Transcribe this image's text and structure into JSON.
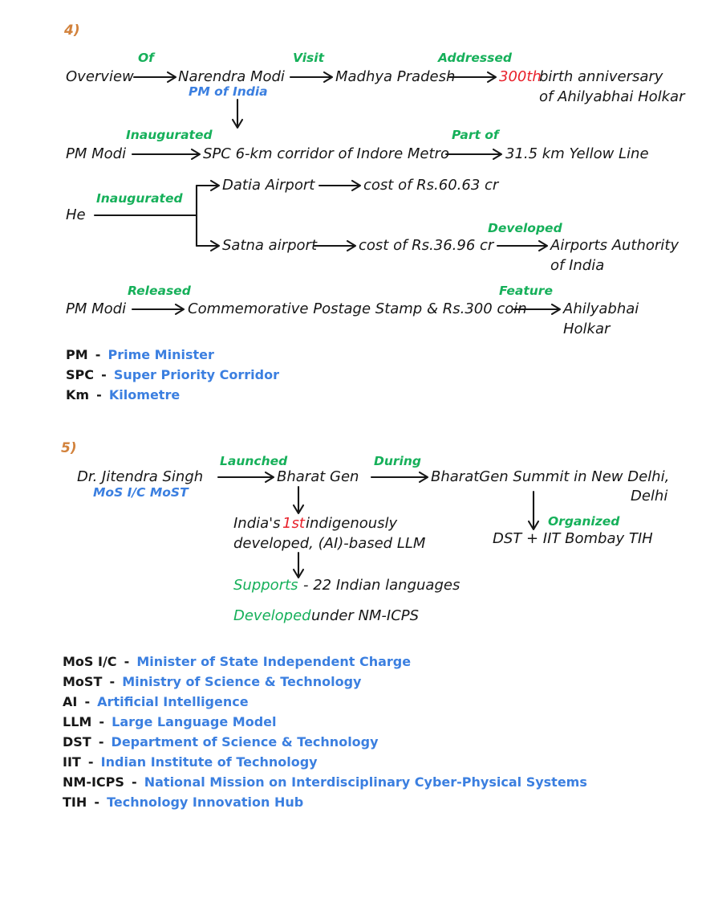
{
  "page": {
    "background": "#ffffff",
    "colors": {
      "ink": "#171717",
      "relation_green": "#16b05a",
      "expansion_blue": "#3b7fe0",
      "highlight_red": "#e8202a",
      "numbering_orange": "#d2823c"
    }
  },
  "section4": {
    "number": "4)",
    "row1": {
      "source": "Overview",
      "rel1": "Of",
      "node1": "Narendra Modi",
      "node1_sub": "PM of India",
      "rel2": "Visit",
      "node2": "Madhya Pradesh",
      "rel3": "Addressed",
      "node3_highlight": "300th",
      "node3_rest": "birth anniversary",
      "node3_line2": "of Ahilyabhai Holkar"
    },
    "row2": {
      "source": "PM Modi",
      "rel1": "Inaugurated",
      "node1": "SPC 6-km corridor of Indore Metro",
      "rel2": "Part of",
      "node2": "31.5 km Yellow Line"
    },
    "row3": {
      "source": "He",
      "rel1": "Inaugurated",
      "branch1": "Datia Airport",
      "branch1_target": "cost of  Rs.60.63 cr",
      "branch2": "Satna airport",
      "branch2_target": "cost of Rs.36.96 cr",
      "rel2": "Developed",
      "branch2_next": "Airports Authority",
      "branch2_next_line2": "of India"
    },
    "row4": {
      "source": "PM Modi",
      "rel1": "Released",
      "node1": "Commemorative Postage Stamp &  Rs.300 coin",
      "rel2": "Feature",
      "node2": "Ahilyabhai",
      "node2_line2": "Holkar"
    },
    "abbreviations": [
      {
        "short": "PM",
        "dash": "-",
        "full": "Prime Minister"
      },
      {
        "short": "SPC",
        "dash": "-",
        "full": "Super Priority Corridor"
      },
      {
        "short": "Km",
        "dash": "-",
        "full": "Kilometre"
      }
    ]
  },
  "section5": {
    "number": "5)",
    "row1": {
      "source": "Dr. Jitendra Singh",
      "source_sub": "MoS I/C MoST",
      "rel1": "Launched",
      "node1": "Bharat Gen",
      "rel2": "During",
      "node2": "BharatGen Summit in New Delhi,",
      "node2_line2": "Delhi"
    },
    "down_left": {
      "line1_pre": "India's",
      "line1_highlight": "1st",
      "line1_post": "indigenously",
      "line2": "developed, (AI)-based LLM",
      "rel_supports": "Supports",
      "supports_value": "- 22 Indian languages",
      "rel_developed": "Developed",
      "developed_value": "under NM-ICPS"
    },
    "down_right": {
      "rel": "Organized",
      "node": "DST + IIT Bombay TIH"
    },
    "abbreviations": [
      {
        "short": "MoS I/C",
        "dash": "-",
        "full": "Minister of State Independent Charge"
      },
      {
        "short": "MoST",
        "dash": "-",
        "full": "Ministry of Science & Technology"
      },
      {
        "short": "AI",
        "dash": "-",
        "full": "Artificial Intelligence"
      },
      {
        "short": "LLM",
        "dash": "-",
        "full": "Large Language Model"
      },
      {
        "short": "DST",
        "dash": "-",
        "full": "Department of Science & Technology"
      },
      {
        "short": "IIT",
        "dash": "-",
        "full": "Indian Institute of Technology"
      },
      {
        "short": "NM-ICPS",
        "dash": "-",
        "full": "National Mission on Interdisciplinary Cyber-Physical Systems"
      },
      {
        "short": "TIH",
        "dash": "-",
        "full": "Technology Innovation Hub"
      }
    ]
  }
}
